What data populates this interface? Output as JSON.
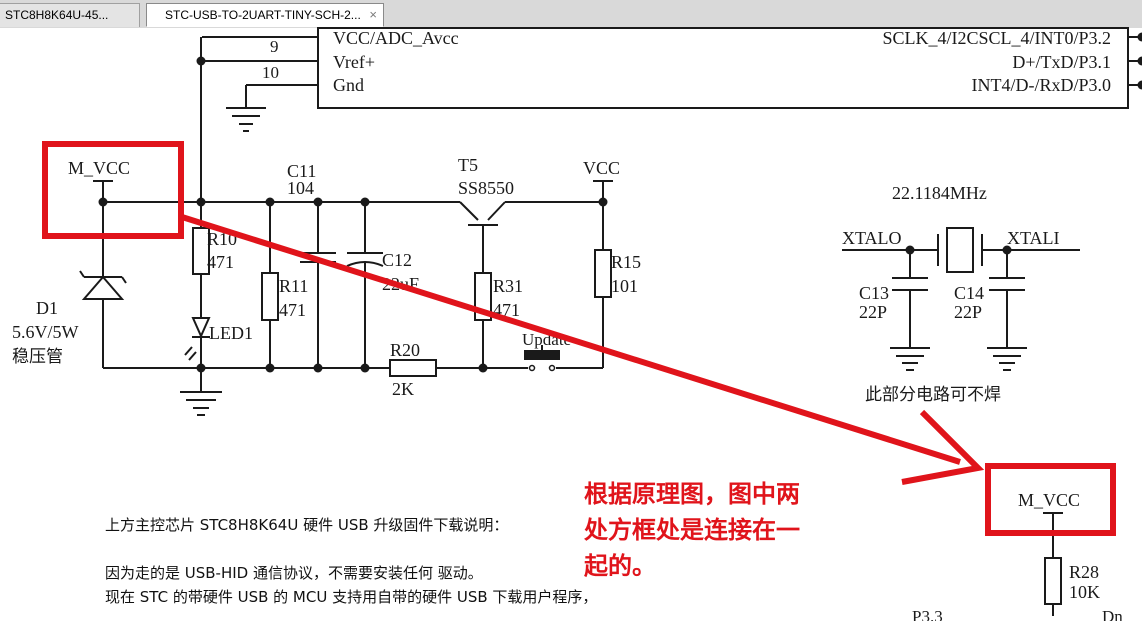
{
  "tabs": [
    {
      "label": "STC8H8K64U-45..."
    },
    {
      "label": "STC-USB-TO-2UART-TINY-SCH-2...",
      "close": "×"
    }
  ],
  "mcu": {
    "pin_numbers": [
      "9",
      "10"
    ],
    "left_pins": [
      "VCC/ADC_Avcc",
      "Vref+",
      "Gnd"
    ],
    "right_pins": [
      "SCLK_4/I2CSCL_4/INT0/P3.2",
      "D+/TxD/P3.1",
      "INT4/D-/RxD/P3.0"
    ]
  },
  "labels": {
    "m_vcc": "M_VCC",
    "d1_ref": "D1",
    "d1_value": "5.6V/5W",
    "d1_desc": "稳压管",
    "r10_ref": "R10",
    "r10_value": "471",
    "led1": "LED1",
    "r11_ref": "R11",
    "r11_value": "471",
    "c11_ref": "C11",
    "c11_value": "104",
    "c12_ref": "C12",
    "c12_value": "22uF",
    "t5_ref": "T5",
    "t5_value": "SS8550",
    "r31_ref": "R31",
    "r31_value": "471",
    "vcc": "VCC",
    "r15_ref": "R15",
    "r15_value": "101",
    "r20_ref": "R20",
    "r20_value": "2K",
    "update": "Update",
    "crystal_freq": "22.1184MHz",
    "xtalo": "XTALO",
    "xtali": "XTALI",
    "c13_ref": "C13",
    "c13_value": "22P",
    "c14_ref": "C14",
    "c14_value": "22P",
    "crystal_note": "此部分电路可不焊",
    "m_vcc_2": "M_VCC",
    "r28_ref": "R28",
    "r28_value": "10K",
    "p33_partial": "P3.3",
    "dn_partial": "Dn"
  },
  "notes": [
    "上方主控芯片 STC8H8K64U 硬件 USB 升级固件下载说明：",
    "因为走的是 USB-HID 通信协议，不需要安装任何 驱动。",
    "现在 STC 的带硬件 USB 的 MCU 支持用自带的硬件 USB 下载用户程序，"
  ],
  "callout": {
    "lines": [
      "根据原理图，图中两",
      "处方框处是连接在一",
      "起的。"
    ]
  },
  "colors": {
    "annotation_red": "#e0141b",
    "wire": "#1a1a1a",
    "tab_active": "#ffffff",
    "tab_inactive": "#e4e4e4"
  }
}
